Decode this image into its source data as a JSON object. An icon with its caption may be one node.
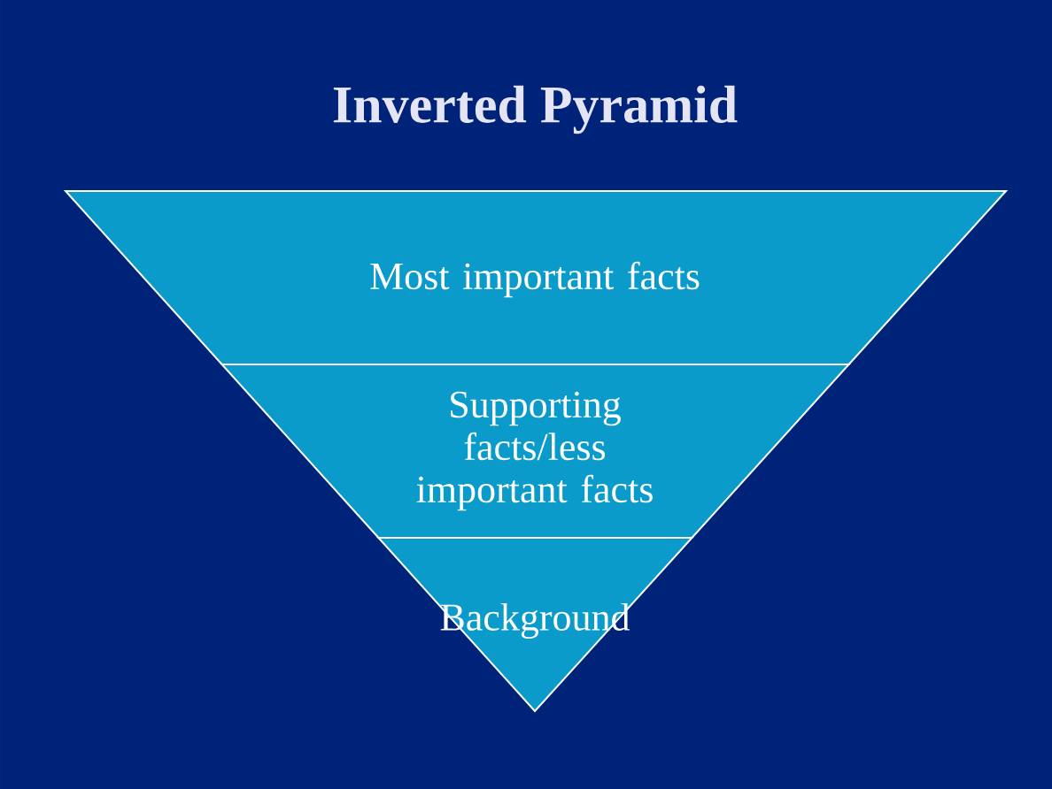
{
  "diagram": {
    "title": "Inverted Pyramid",
    "nodes": [
      {
        "text": [
          "Most important facts"
        ]
      },
      {
        "text": [
          "Supporting facts/less important facts"
        ]
      },
      {
        "text": [
          "Background"
        ]
      }
    ]
  }
}
